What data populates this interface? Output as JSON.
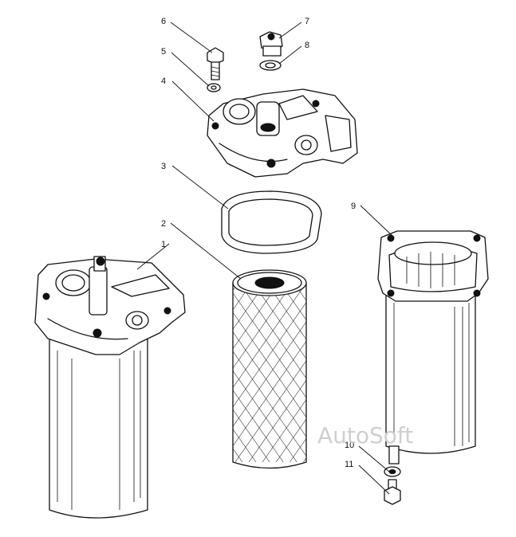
{
  "callouts": {
    "c1": "1",
    "c2": "2",
    "c3": "3",
    "c4": "4",
    "c5": "5",
    "c6": "6",
    "c7": "7",
    "c8": "8",
    "c9": "9",
    "c10": "10",
    "c11": "11"
  },
  "watermark": "AutoSoft"
}
